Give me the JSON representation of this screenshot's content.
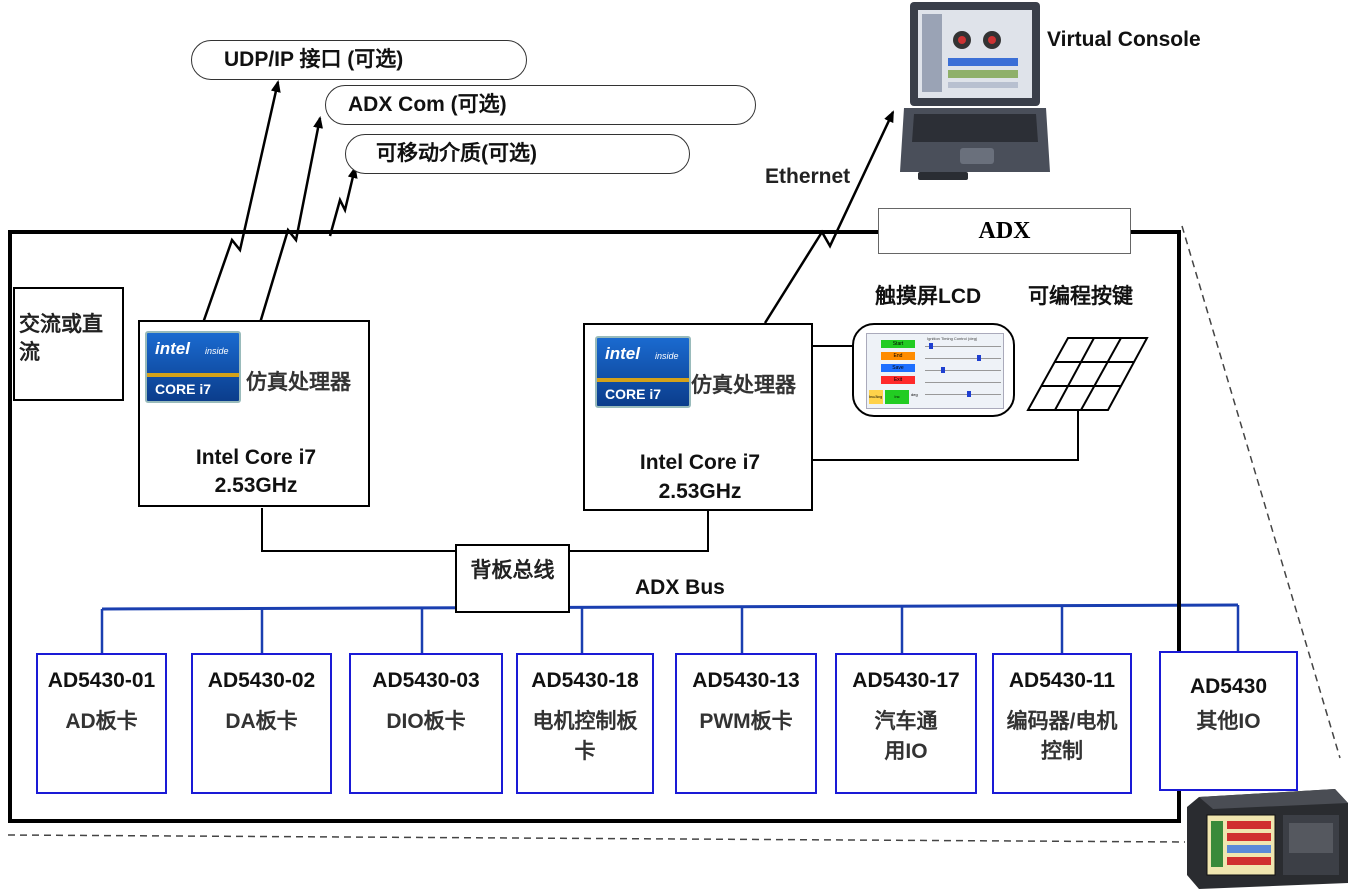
{
  "interfaces": {
    "udp": "UDP/IP 接口 (可选)",
    "adxcom": "ADX Com (可选)",
    "media": "可移动介质(可选)"
  },
  "ethernet": "Ethernet",
  "virtual_console": "Virtual Console",
  "adx_label": "ADX",
  "power": "交流或直流",
  "touch_lcd": "触摸屏LCD",
  "prog_keys": "可编程按键",
  "processors": [
    {
      "role": "仿真处理器",
      "model": "Intel Core i7",
      "freq": "2.53GHz",
      "logo_top": "intel",
      "logo_inside": "inside",
      "logo_core": "CORE i7"
    },
    {
      "role": "仿真处理器",
      "model": "Intel Core i7",
      "freq": "2.53GHz",
      "logo_top": "intel",
      "logo_inside": "inside",
      "logo_core": "CORE i7"
    }
  ],
  "backplane": "背板总线",
  "bus": "ADX Bus",
  "lcd_screen": {
    "buttons": [
      "Start",
      "End",
      "Save",
      "Exit"
    ],
    "bottom": [
      "Inc/Avg",
      "Inc",
      "deg"
    ],
    "title": "Ignition Timing Control (deg)"
  },
  "cards": [
    {
      "code": "AD5430-01",
      "desc": "AD板卡"
    },
    {
      "code": "AD5430-02",
      "desc": "DA板卡"
    },
    {
      "code": "AD5430-03",
      "desc": "DIO板卡"
    },
    {
      "code": "AD5430-18",
      "desc": "电机控制板卡"
    },
    {
      "code": "AD5430-13",
      "desc": "PWM板卡"
    },
    {
      "code": "AD5430-17",
      "desc": "汽车通用IO"
    },
    {
      "code": "AD5430-11",
      "desc": "编码器/电机控制"
    },
    {
      "code": "AD5430",
      "desc": "其他IO"
    }
  ],
  "colors": {
    "bus": "#1a3fb0",
    "card_border": "#1a1ad6",
    "lcd_green": "#22cc22",
    "lcd_orange": "#ff8c00",
    "lcd_blue": "#1e6fff",
    "lcd_red": "#ff2a2a"
  }
}
